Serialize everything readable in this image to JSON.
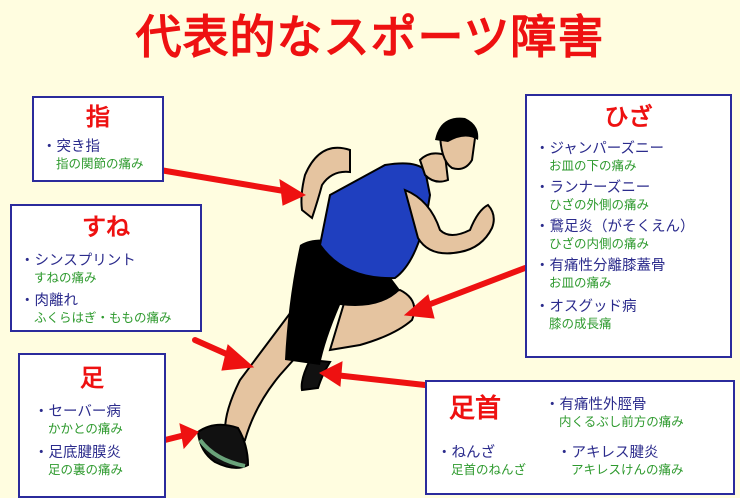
{
  "title": "代表的なスポーツ障害",
  "colors": {
    "background": "#fffde0",
    "title": "#ee1111",
    "box_border": "#2b2b9c",
    "item_name": "#2b2b8c",
    "item_desc": "#2e9a2e",
    "arrow": "#ee1111",
    "shirt": "#1f3fbf",
    "shorts": "#000000",
    "skin": "#e5c4a0"
  },
  "boxes": {
    "finger": {
      "heading": "指",
      "items": [
        {
          "name": "突き指",
          "desc": "指の関節の痛み"
        }
      ]
    },
    "shin": {
      "heading": "すね",
      "items": [
        {
          "name": "シンスプリント",
          "desc": "すねの痛み"
        },
        {
          "name": "肉離れ",
          "desc": "ふくらはぎ・ももの痛み"
        }
      ]
    },
    "foot": {
      "heading": "足",
      "items": [
        {
          "name": "セーバー病",
          "desc": "かかとの痛み"
        },
        {
          "name": "足底腱膜炎",
          "desc": "足の裏の痛み"
        }
      ]
    },
    "knee": {
      "heading": "ひざ",
      "items": [
        {
          "name": "ジャンパーズニー",
          "desc": "お皿の下の痛み"
        },
        {
          "name": "ランナーズニー",
          "desc": "ひざの外側の痛み"
        },
        {
          "name": "鵞足炎（がそくえん）",
          "desc": "ひざの内側の痛み"
        },
        {
          "name": "有痛性分離膝蓋骨",
          "desc": "お皿の痛み"
        },
        {
          "name": "オスグッド病",
          "desc": "膝の成長痛"
        }
      ]
    },
    "ankle": {
      "heading": "足首",
      "items": [
        {
          "name": "有痛性外脛骨",
          "desc": "内くるぶし前方の痛み"
        },
        {
          "name": "ねんざ",
          "desc": "足首のねんざ"
        },
        {
          "name": "アキレス腱炎",
          "desc": "アキレスけんの痛み"
        }
      ]
    }
  }
}
